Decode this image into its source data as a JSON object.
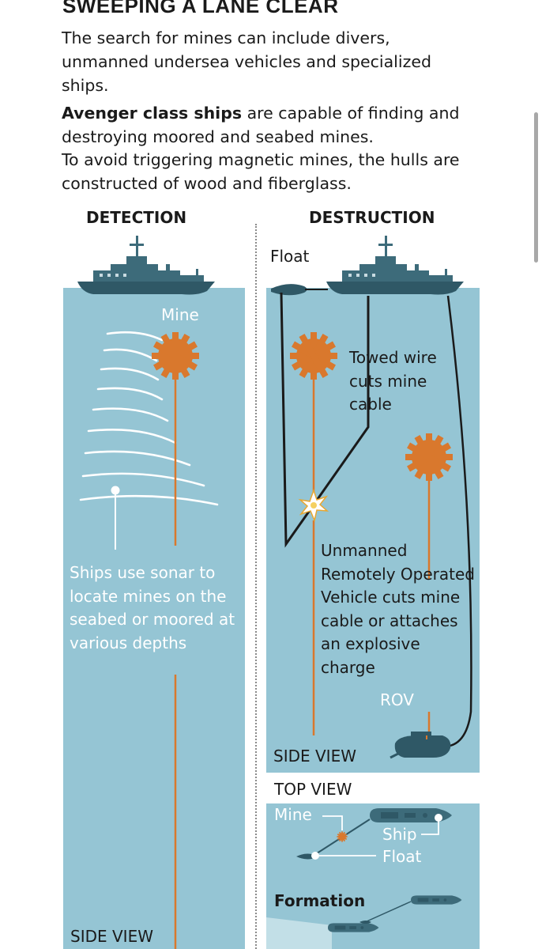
{
  "header": {
    "title": "SWEEPING A LANE CLEAR",
    "intro": "The search for mines can include divers, unmanned undersea vehicles and specialized ships.",
    "avenger_bold": "Avenger class ships",
    "avenger_rest": " are capable of finding and destroying moored and seabed mines.",
    "hulls": "To avoid triggering magnetic mines, the hulls are constructed of wood and fiberglass."
  },
  "detection": {
    "heading": "DETECTION",
    "mine_label": "Mine",
    "sonar_text": "Ships use sonar to locate mines on the seabed or moored at various depths",
    "view_label": "SIDE VIEW"
  },
  "destruction": {
    "heading": "DESTRUCTION",
    "float_label": "Float",
    "wire_text": "Towed wire cuts mine cable",
    "rov_text": "Unmanned Remotely Operated Vehicle cuts mine cable or attaches an explosive charge",
    "rov_label": "ROV",
    "view_label": "SIDE VIEW"
  },
  "top_view": {
    "heading": "TOP VIEW",
    "mine_label": "Mine",
    "ship_label": "Ship",
    "float_label": "Float",
    "formation_label": "Formation"
  },
  "colors": {
    "water": "#95c5d4",
    "mine": "#d9782d",
    "ship": "#3d6b7a",
    "ship_dark": "#2f5866",
    "ink": "#1a1a1a"
  },
  "icons": [
    "ship-icon",
    "mine-icon",
    "float-icon",
    "rov-icon",
    "explosion-icon",
    "sonar-waves-icon"
  ]
}
